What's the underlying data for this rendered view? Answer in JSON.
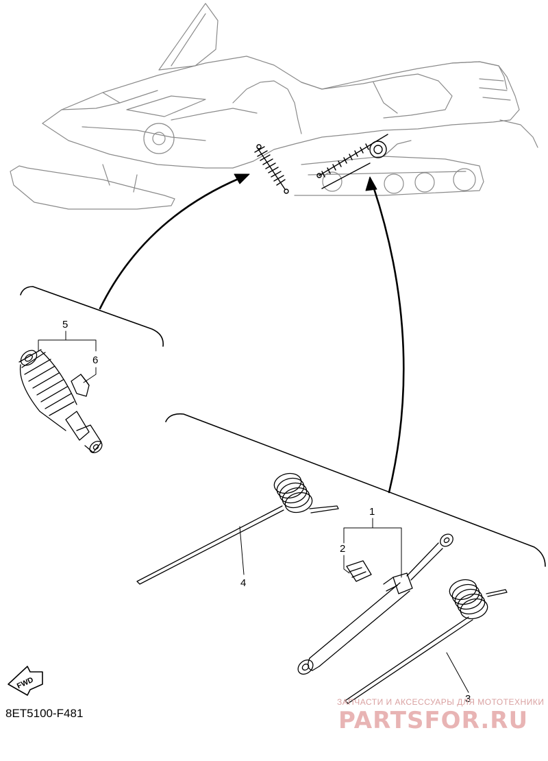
{
  "diagram": {
    "callouts": {
      "part_1": "1",
      "part_2": "2",
      "part_3": "3",
      "part_4": "4",
      "part_5": "5",
      "part_6": "6"
    },
    "figure_code": "8ET5100-F481",
    "fwd_label": "FWD"
  },
  "watermark": {
    "tagline": "ЗАПЧАСТИ И АКСЕССУАРЫ ДЛЯ МОТОТЕХНИКИ",
    "brand": "PARTSFOR.RU",
    "color": "#e8b4b4"
  }
}
